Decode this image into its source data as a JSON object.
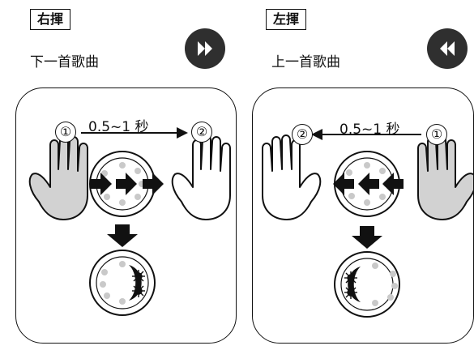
{
  "right_swipe": {
    "title": "右揮",
    "description": "下一首歌曲",
    "button_icon": "fast-forward-icon",
    "timing": "0.5~1  秒",
    "start_marker": "①",
    "end_marker": "②"
  },
  "left_swipe": {
    "title": "左揮",
    "description": "上一首歌曲",
    "button_icon": "rewind-icon",
    "timing": "0.5~1  秒",
    "start_marker": "①",
    "end_marker": "②"
  },
  "colors": {
    "line": "#111111",
    "button_fill": "#2f2f2f",
    "dot_gray": "#c9c9c9",
    "hand_gray": "#d2d2d2"
  }
}
